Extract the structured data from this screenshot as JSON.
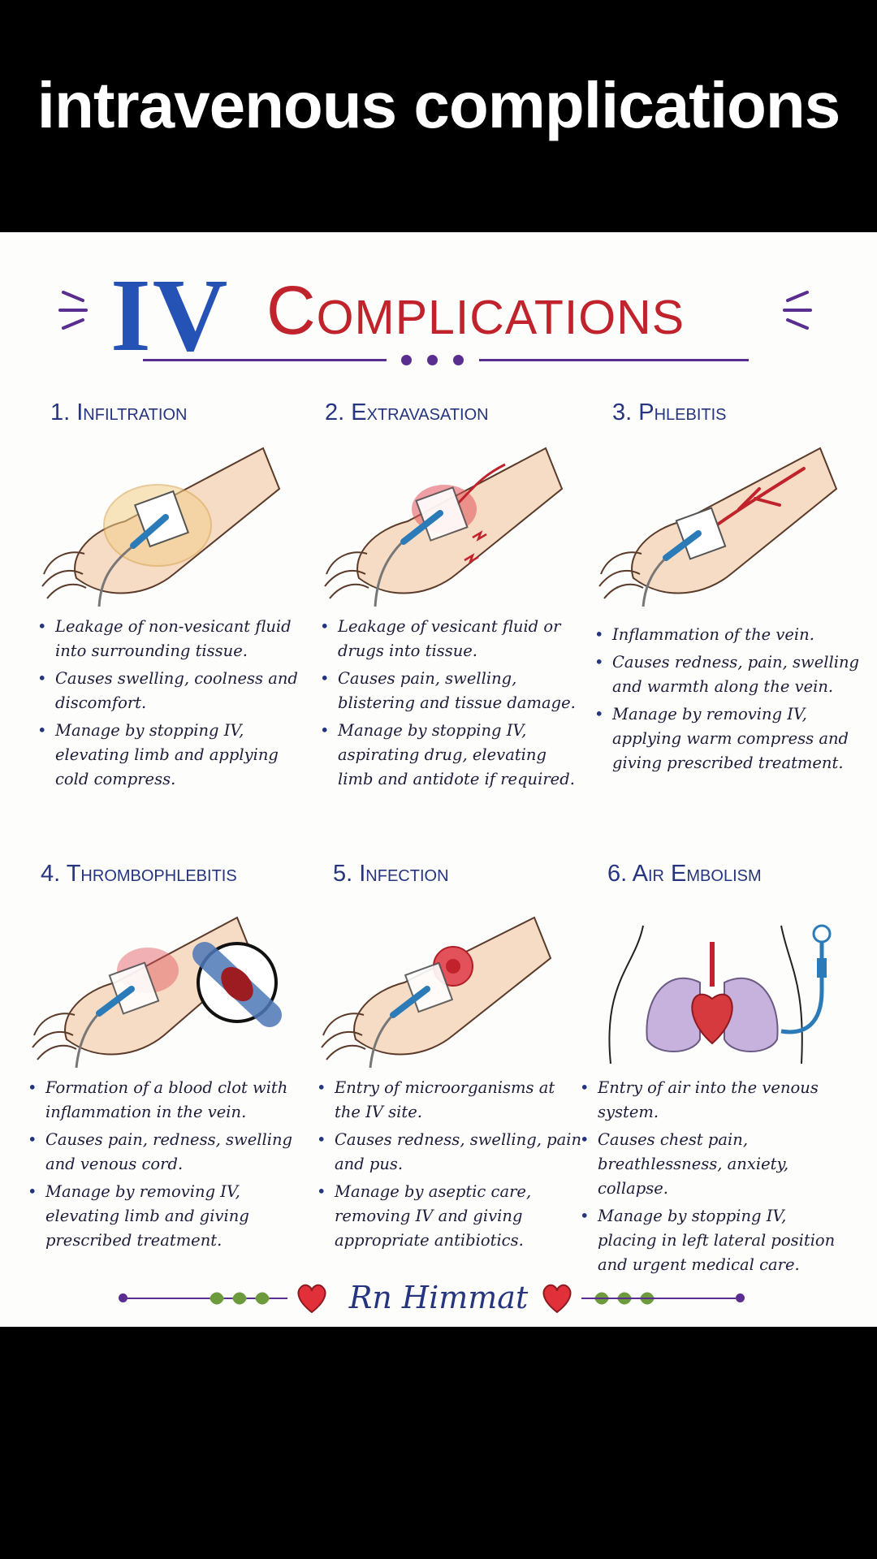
{
  "caption": "intravenous complications",
  "title": {
    "part1": "IV",
    "part2": "Complications"
  },
  "sections": [
    {
      "heading": "1. Infiltration",
      "bullets": [
        "Leakage of non-vesicant fluid into surrounding tissue.",
        "Causes swelling, coolness and discomfort.",
        "Manage by stopping IV, elevating limb and applying cold compress."
      ]
    },
    {
      "heading": "2. Extravasation",
      "bullets": [
        "Leakage of vesicant fluid or drugs into tissue.",
        "Causes pain, swelling, blistering and tissue damage.",
        "Manage by stopping IV, aspirating drug, elevating limb and antidote if required."
      ]
    },
    {
      "heading": "3. Phlebitis",
      "bullets": [
        "Inflammation of the vein.",
        "Causes redness, pain, swelling and warmth along the vein.",
        "Manage by removing IV, applying warm compress and giving prescribed treatment."
      ]
    },
    {
      "heading": "4. Thrombophlebitis",
      "bullets": [
        "Formation of a blood clot with inflammation in the vein.",
        "Causes pain, redness, swelling and venous cord.",
        "Manage by removing IV, elevating limb and giving prescribed treatment."
      ]
    },
    {
      "heading": "5. Infection",
      "bullets": [
        "Entry of microorganisms at the IV site.",
        "Causes redness, swelling, pain and pus.",
        "Manage by aseptic care, removing IV and giving appropriate antibiotics."
      ]
    },
    {
      "heading": "6. Air Embolism",
      "bullets": [
        "Entry of air into the venous system.",
        "Causes chest pain, breathlessness, anxiety, collapse.",
        "Manage by stopping IV, placing in left lateral position and urgent medical care."
      ]
    }
  ],
  "footer": {
    "author": "Rn Himmat"
  },
  "icons": [
    "arm-iv-icon",
    "heart-icon",
    "lungs-heart-icon",
    "clot-icon",
    "leaf-icon"
  ],
  "colors": {
    "title_blue": "#2452b5",
    "title_red": "#c0232b",
    "heading": "#25357f",
    "accent_purple": "#5a2d91",
    "skin": "#f6dcc4",
    "inflamed": "#e3525b"
  }
}
